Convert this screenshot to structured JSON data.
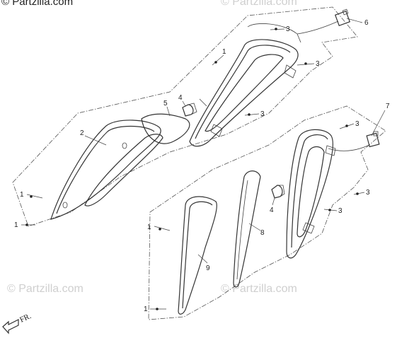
{
  "watermarks": {
    "top_left": "© Partzilla.com",
    "top_right": "© Partzilla.com",
    "bottom_left": "© Partzilla.com",
    "bottom_right": "© Partzilla.com"
  },
  "direction_label": "FR.",
  "callouts": {
    "c1a": "1",
    "c1b": "1",
    "c1c": "1",
    "c1d": "1",
    "c1e": "1",
    "c2": "2",
    "c3a": "3",
    "c3b": "3",
    "c3c": "3",
    "c3d": "3",
    "c3e": "3",
    "c3f": "3",
    "c4a": "4",
    "c4b": "4",
    "c5": "5",
    "c6": "6",
    "c7": "7",
    "c8": "8",
    "c9": "9"
  }
}
